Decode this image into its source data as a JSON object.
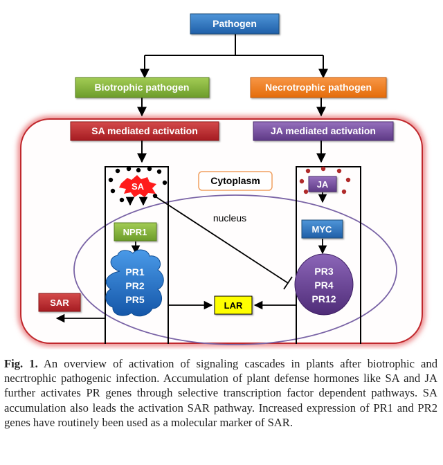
{
  "nodes": {
    "pathogen": "Pathogen",
    "biotrophic": "Biotrophic pathogen",
    "necrotrophic": "Necrotrophic pathogen",
    "sa_activation": "SA mediated activation",
    "ja_activation": "JA mediated activation",
    "cytoplasm": "Cytoplasm",
    "nucleus": "nucleus",
    "sa": "SA",
    "ja": "JA",
    "npr1": "NPR1",
    "myc": "MYC",
    "pr_left": [
      "PR1",
      "PR2",
      "PR5"
    ],
    "pr_right": [
      "PR3",
      "PR4",
      "PR12"
    ],
    "sar": "SAR",
    "lar": "LAR"
  },
  "caption": {
    "label": "Fig. 1.",
    "text": "An overview of activation of signaling cascades in plants after biotrophic and necrtrophic pathogenic infection. Accumulation of plant defense hormones like SA and JA further activates PR genes through selective transcription factor dependent pathways. SA accumulation also leads the activation SAR pathway. Increased expression of PR1 and PR2 genes have routinely been used as a molecular marker of SAR."
  },
  "colors": {
    "pathogen": "#2e75b6",
    "biotrophic": "#8cbd3a",
    "necrotrophic": "#f07f22",
    "sa_activation": "#c0282d",
    "ja_activation": "#7a4d9c",
    "sa": "#ff1b1b",
    "ja": "#8f5cb8",
    "npr1": "#7fb23a",
    "myc": "#2e7ec9",
    "pr_left": "#2479d1",
    "pr_right": "#6a3a94",
    "sar": "#cf2a2a",
    "lar": "#ffff00",
    "cell_border": "#c0282d",
    "nucleus_border": "#7a64a6",
    "cytoplasm_border": "#f0a060"
  }
}
